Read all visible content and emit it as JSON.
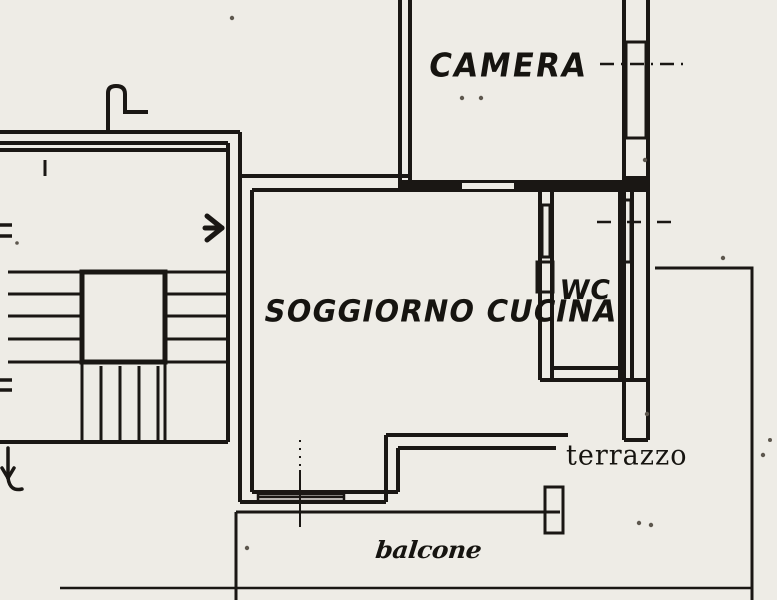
{
  "document": {
    "kind": "architectural-floor-plan",
    "paper_color": "#eeece6",
    "ink_color": "#161410"
  },
  "rooms": [
    {
      "id": "camera",
      "label": "CAMERA"
    },
    {
      "id": "soggiorno",
      "label": "SOGGIORNO CUCINA"
    },
    {
      "id": "wc",
      "label": "WC"
    },
    {
      "id": "terrazzo",
      "label": "terrazzo"
    },
    {
      "id": "balcone",
      "label": "balcone"
    }
  ],
  "labels": {
    "camera": "CAMERA",
    "soggiorno_cucina": "SOGGIORNO CUCINA",
    "wc": "WC",
    "terrazzo": "terrazzo",
    "balcone": "balcone"
  },
  "annotations": {
    "stair_direction_arrow": "arrow-right",
    "landing_down_arrow": "arrow-down",
    "chimney_symbol": "flue-pipe"
  }
}
